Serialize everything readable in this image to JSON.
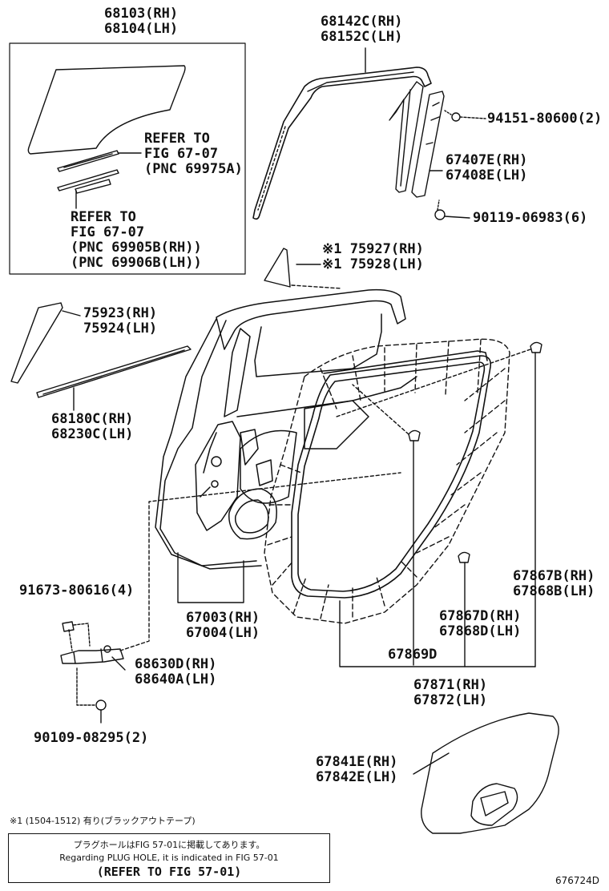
{
  "labels": {
    "glass": [
      "68103(RH)",
      "68104(LH)"
    ],
    "refer1": [
      "REFER TO",
      "FIG 67-07",
      "(PNC 69975A)"
    ],
    "refer2": [
      "REFER TO",
      "FIG 67-07",
      "(PNC 69905B(RH))",
      "(PNC 69906B(LH))"
    ],
    "run_channel": [
      "68142C(RH)",
      "68152C(LH)"
    ],
    "bolt1": "94151-80600(2)",
    "sash": [
      "67407E(RH)",
      "67408E(LH)"
    ],
    "screw1": "90119-06983(6)",
    "garnish": [
      "※1 75927(RH)",
      "※1 75928(LH)"
    ],
    "pillar": [
      "75923(RH)",
      "75924(LH)"
    ],
    "belt": [
      "68180C(RH)",
      "68230C(LH)"
    ],
    "bolt2": "91673-80616(4)",
    "door_panel": [
      "67003(RH)",
      "67004(LH)"
    ],
    "check": [
      "68630D(RH)",
      "68640A(LH)"
    ],
    "screw2": "90109-08295(2)",
    "clip": "67869D",
    "weatherstrip_b": [
      "67867B(RH)",
      "67868B(LH)"
    ],
    "weatherstrip_d": [
      "67867D(RH)",
      "67868D(LH)"
    ],
    "weatherstrip": [
      "67871(RH)",
      "67872(LH)"
    ],
    "service_hole": [
      "67841E(RH)",
      "67842E(LH)"
    ]
  },
  "footnote": "※1 (1504-1512) 有り(ブラックアウトテープ)",
  "note": {
    "line1": "プラグホールはFIG 57-01に掲載してあります。",
    "line2": "Regarding PLUG HOLE, it is indicated in FIG 57-01",
    "line3": "(REFER TO FIG 57-01)"
  },
  "figure_code": "676724D"
}
